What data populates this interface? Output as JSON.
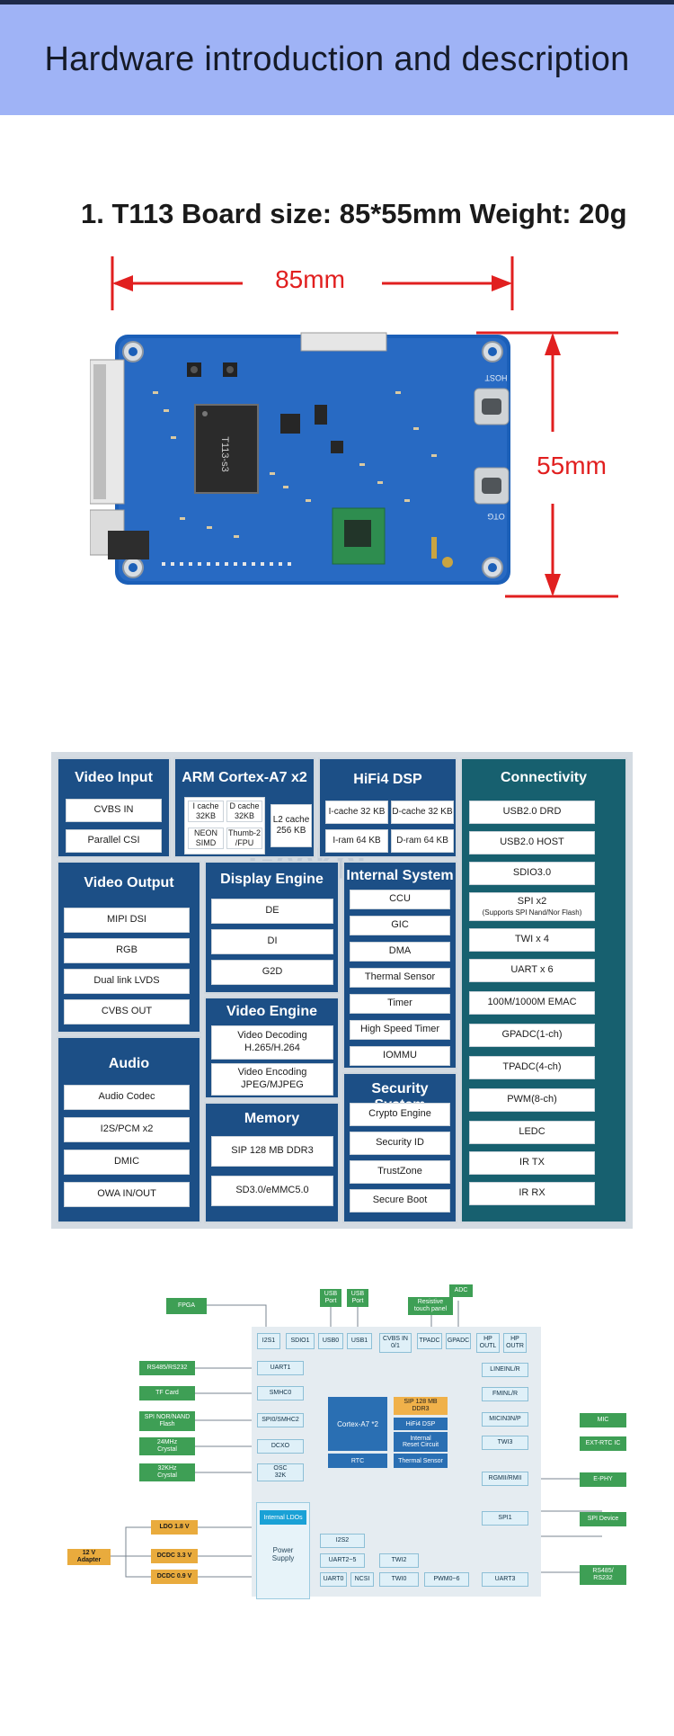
{
  "header": {
    "title": "Hardware introduction and description"
  },
  "board": {
    "title": "1. T113 Board size: 85*55mm Weight: 20g",
    "width_label": "85mm",
    "height_label": "55mm",
    "chip_label": "T113-s3",
    "port_host": "HOST",
    "port_otg": "OTG"
  },
  "block_diagram": {
    "watermark": "Geekpi",
    "video_input": {
      "title": "Video Input",
      "items": [
        "CVBS IN",
        "Parallel CSI"
      ]
    },
    "arm": {
      "title": "ARM Cortex-A7 x2",
      "icache": "I cache\n32KB",
      "dcache": "D cache\n32KB",
      "neon": "NEON\nSIMD",
      "thumb": "Thumb-2\n/FPU",
      "l2": "L2 cache\n256 KB"
    },
    "hifi": {
      "title": "HiFi4 DSP",
      "items": [
        "I-cache 32 KB",
        "D-cache 32 KB",
        "I-ram 64 KB",
        "D-ram 64 KB"
      ]
    },
    "connectivity": {
      "title": "Connectivity",
      "items": [
        "USB2.0 DRD",
        "USB2.0 HOST",
        "SDIO3.0",
        "SPI x2",
        "(Supports SPI Nand/Nor Flash)",
        "TWI x 4",
        "UART x 6",
        "100M/1000M EMAC",
        "GPADC(1-ch)",
        "TPADC(4-ch)",
        "PWM(8-ch)",
        "LEDC",
        "IR TX",
        "IR RX"
      ]
    },
    "video_output": {
      "title": "Video Output",
      "items": [
        "MIPI DSI",
        "RGB",
        "Dual link LVDS",
        "CVBS OUT"
      ]
    },
    "display_engine": {
      "title": "Display Engine",
      "items": [
        "DE",
        "DI",
        "G2D"
      ]
    },
    "internal_system": {
      "title": "Internal System",
      "items": [
        "CCU",
        "GIC",
        "DMA",
        "Thermal Sensor",
        "Timer",
        "High Speed Timer",
        "IOMMU"
      ]
    },
    "video_engine": {
      "title": "Video Engine",
      "items": [
        "Video Decoding\nH.265/H.264",
        "Video Encoding\nJPEG/MJPEG"
      ]
    },
    "audio": {
      "title": "Audio",
      "items": [
        "Audio Codec",
        "I2S/PCM x2",
        "DMIC",
        "OWA IN/OUT"
      ]
    },
    "memory": {
      "title": "Memory",
      "items": [
        "SIP 128 MB DDR3",
        "SD3.0/eMMC5.0"
      ]
    },
    "security": {
      "title": "Security System",
      "items": [
        "Crypto Engine",
        "Security ID",
        "TrustZone",
        "Secure Boot"
      ]
    }
  },
  "interface_diagram": {
    "external_top": [
      "FPGA",
      "USB\nPort",
      "USB\nPort",
      "Resistive\ntouch panel",
      "ADC"
    ],
    "top_pins": [
      "I2S1",
      "SDIO1",
      "USB0",
      "USB1",
      "CVBS IN\n0/1",
      "TPADC",
      "GPADC",
      "HP\nOUTL",
      "HP\nOUTR"
    ],
    "left_external": [
      "RS485/RS232",
      "TF Card",
      "SPI NOR/NAND\nFlash",
      "24MHz\nCrystal",
      "32KHz\nCrystal"
    ],
    "left_pins": [
      "UART1",
      "SMHC0",
      "SPI0/SMHC2",
      "DCXO",
      "OSC\n32K"
    ],
    "cpu": {
      "core": "Cortex-A7 *2",
      "sip": "SIP 128 MB\nDDR3",
      "dsp": "HiFi4 DSP",
      "reset": "Internal\nReset Circuit",
      "rtc": "RTC",
      "thermal": "Thermal Sensor"
    },
    "right_pins": [
      "LINEINL/R",
      "FMINL/R",
      "MICIN3N/P",
      "TWI3",
      "RGMII/RMII",
      "SPI1"
    ],
    "right_external": [
      "MIC",
      "EXT-RTC IC",
      "E-PHY",
      "SPI Device",
      "RS485/\nRS232"
    ],
    "power": {
      "ldo_label": "Internal LDOs",
      "supply": "Power\nSupply"
    },
    "adapter": "12 V\nAdapter",
    "rails": [
      "LDO 1.8 V",
      "DCDC 3.3 V",
      "DCDC 0.9 V"
    ],
    "bottom_pins": [
      "I2S2",
      "UART2~5",
      "TWI2",
      "UART0",
      "NCSI",
      "TWI0",
      "PWM0~6",
      "UART3"
    ]
  }
}
